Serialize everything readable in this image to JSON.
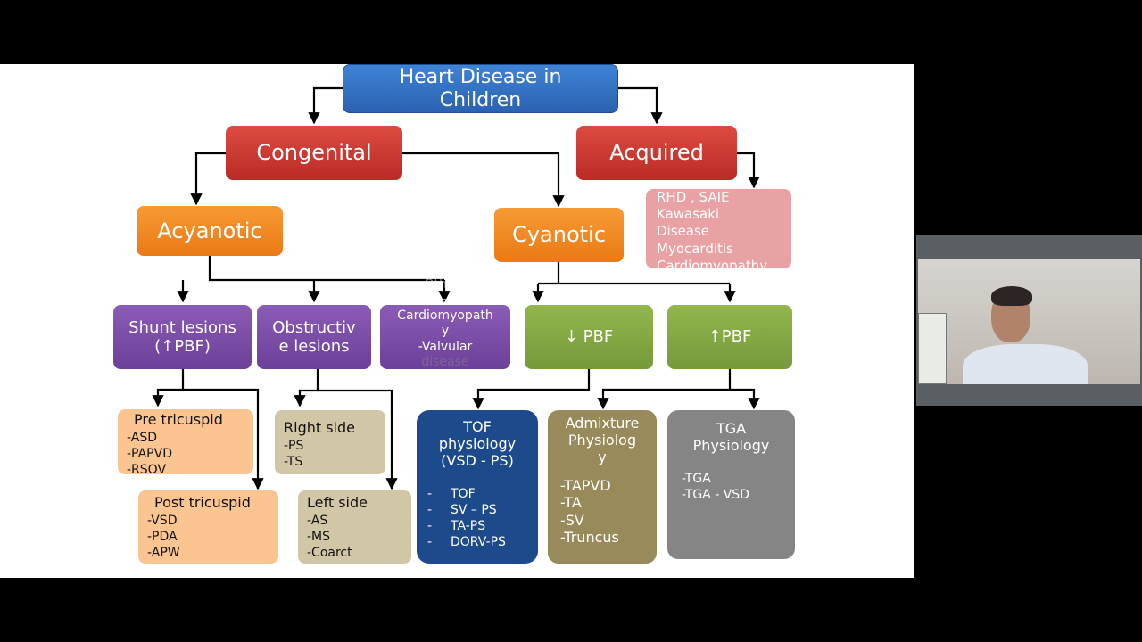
{
  "root": {
    "line1": "Heart Disease in",
    "line2": "Children"
  },
  "congenital": {
    "label": "Congenital"
  },
  "acquired": {
    "label": "Acquired",
    "items": [
      "RHD , SAIE",
      "Kawasaki",
      "Disease",
      "Myocarditis",
      "Cardiomyopathy"
    ]
  },
  "acyanotic": {
    "label": "Acyanotic"
  },
  "cyanotic": {
    "label": "Cyanotic"
  },
  "shunt": {
    "line1": "Shunt lesions",
    "line2": "(↑PBF)"
  },
  "obstructive": {
    "line1": "Obstructiv",
    "line2": "e lesions"
  },
  "others": {
    "lines": [
      "Others",
      "-",
      "Cardiomyopath",
      "y",
      "-Valvular",
      "disease"
    ]
  },
  "low_pbf": {
    "label": "↓ PBF"
  },
  "high_pbf": {
    "label": "↑PBF"
  },
  "pre_tricuspid": {
    "title": "Pre tricuspid",
    "items": [
      "-ASD",
      "-PAPVD",
      "-RSOV"
    ]
  },
  "post_tricuspid": {
    "title": "Post tricuspid",
    "items": [
      "-VSD",
      "-PDA",
      "-APW"
    ]
  },
  "right_side": {
    "title": "Right side",
    "items": [
      "-PS",
      "-TS"
    ]
  },
  "left_side": {
    "title": "Left side",
    "items": [
      "-AS",
      "-MS",
      "-Coarct"
    ]
  },
  "tof": {
    "title_lines": [
      "TOF",
      "physiology",
      "(VSD - PS)"
    ],
    "items": [
      "TOF",
      "SV – PS",
      "TA-PS",
      "DORV-PS"
    ]
  },
  "admixture": {
    "title_lines": [
      "Admixture",
      "Physiolog",
      "y"
    ],
    "items": [
      "-TAPVD",
      "-TA",
      "-SV",
      "-Truncus"
    ]
  },
  "tga": {
    "title_lines": [
      "TGA",
      "Physiology"
    ],
    "items": [
      "-TGA",
      "-TGA - VSD"
    ]
  },
  "colors": {
    "root": "#2f6fc4",
    "level1": "#c9362f",
    "level2": "#f18a26",
    "purple": "#7b4ba8",
    "green": "#84a843",
    "peach": "#fbc592",
    "tan": "#d1c7a6",
    "navy": "#1c4a8b",
    "olive": "#988a5b",
    "grey": "#858585",
    "connector": "#000000"
  }
}
